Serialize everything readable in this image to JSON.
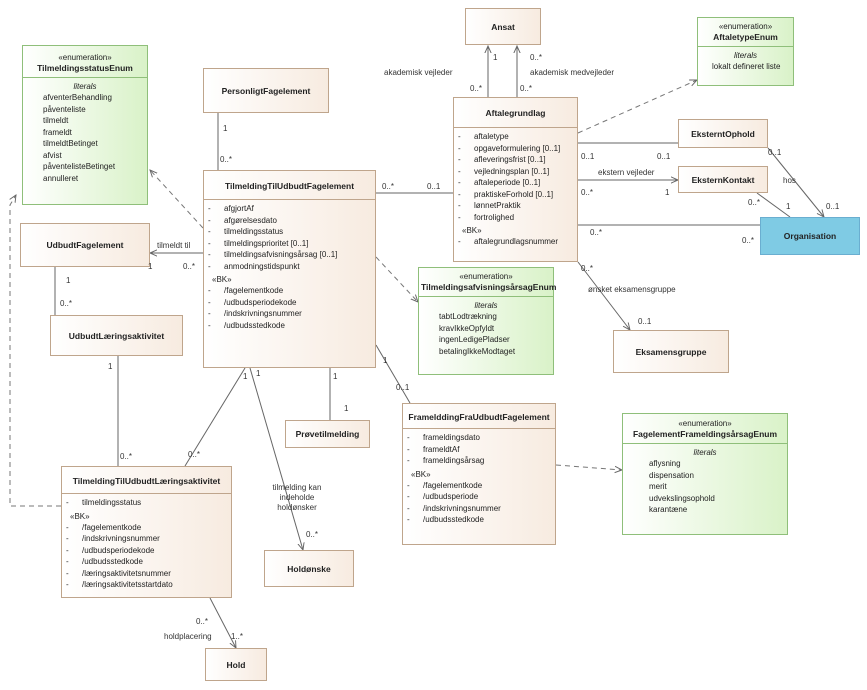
{
  "classes": {
    "tilmeldingsstatus_enum": {
      "stereotype": "«enumeration»",
      "name": "TilmeldingsstatusEnum",
      "section": "literals",
      "literals": [
        "afventerBehandling",
        "påventeliste",
        "tilmeldt",
        "frameldt",
        "tilmeldtBetinget",
        "afvist",
        "påventelisteBetinget",
        "annulleret"
      ]
    },
    "personligt_fagelement": {
      "name": "PersonligtFagelement"
    },
    "ansat": {
      "name": "Ansat"
    },
    "aftaletype_enum": {
      "stereotype": "«enumeration»",
      "name": "AftaletypeEnum",
      "section": "literals",
      "literals": [
        "lokalt defineret liste"
      ]
    },
    "aftalegrundlag": {
      "name": "Aftalegrundlag",
      "attributes": [
        "aftaletype",
        "opgaveformulering [0..1]",
        "afleveringsfrist [0..1]",
        "vejledningsplan [0..1]",
        "aftaleperiode [0..1]",
        "praktiskeForhold [0..1]",
        "lønnetPraktik",
        "fortrolighed"
      ],
      "bk_label": "«BK»",
      "bk_attributes": [
        "aftalegrundlagsnummer"
      ]
    },
    "eksternt_ophold": {
      "name": "EksterntOphold"
    },
    "ekstern_kontakt": {
      "name": "EksternKontakt"
    },
    "organisation": {
      "name": "Organisation"
    },
    "udbudt_fagelement": {
      "name": "UdbudtFagelement"
    },
    "tilmelding_fagelement": {
      "name": "TilmeldingTilUdbudtFagelement",
      "attributes": [
        "afgjortAf",
        "afgørelsesdato",
        "tilmeldingsstatus",
        "tilmeldingsprioritet [0..1]",
        "tilmeldingsafvisningsårsag [0..1]",
        "anmodningstidspunkt"
      ],
      "bk_label": "«BK»",
      "bk_attributes": [
        "/fagelementkode",
        "/udbudsperiodekode",
        "/indskrivningsnummer",
        "/udbudsstedkode"
      ]
    },
    "afvisningsaarsag_enum": {
      "stereotype": "«enumeration»",
      "name": "TilmeldingsafvisningsårsagEnum",
      "section": "literals",
      "literals": [
        "tabtLodtrækning",
        "kravIkkeOpfyldt",
        "ingenLedigePladser",
        "betalingIkkeModtaget"
      ]
    },
    "eksamensgruppe": {
      "name": "Eksamensgruppe"
    },
    "udbudt_laeringsaktivitet": {
      "name": "UdbudtLæringsaktivitet"
    },
    "proevetilmelding": {
      "name": "Prøvetilmelding"
    },
    "framelding": {
      "name": "FramelddingFraUdbudtFagelement",
      "attributes": [
        "frameldingsdato",
        "frameldtAf",
        "frameldingsårsag"
      ],
      "bk_label": "«BK»",
      "bk_attributes": [
        "/fagelementkode",
        "/udbudsperiode",
        "/indskrivningsnummer",
        "/udbudsstedkode"
      ]
    },
    "framelding_enum": {
      "stereotype": "«enumeration»",
      "name": "FagelementFrameldingsårsagEnum",
      "section": "literals",
      "literals": [
        "aflysning",
        "dispensation",
        "merit",
        "udvekslingsophold",
        "karantæne"
      ]
    },
    "tilmelding_laeringsaktivitet": {
      "name": "TilmeldingTilUdbudtLæringsaktivitet",
      "attributes": [
        "tilmeldingsstatus"
      ],
      "bk_label": "«BK»",
      "bk_attributes": [
        "/fagelementkode",
        "/indskrivningsnummer",
        "/udbudsperiodekode",
        "/udbudsstedkode",
        "/læringsaktivitetsnummer",
        "/læringsaktivitetsstartdato"
      ]
    },
    "holdoenske": {
      "name": "Holdønske"
    },
    "hold": {
      "name": "Hold"
    }
  },
  "labels": {
    "akademisk_vejleder": "akademisk vejleder",
    "akademisk_medvejleder": "akademisk medvejleder",
    "ekstern_vejleder": "ekstern vejleder",
    "hos": "hos",
    "tilmeldt_til": "tilmeldt til",
    "oensket_eksamensgruppe": "ønsket eksamensgruppe",
    "tilmelding_kan": "tilmelding kan",
    "indeholde": "indeholde",
    "holdoensker": "holdønsker",
    "holdplacering": "holdplacering"
  },
  "multiplicities": {
    "one": "1",
    "zero_many": "0..*",
    "zero_one": "0..1",
    "one_many": "1..*"
  }
}
